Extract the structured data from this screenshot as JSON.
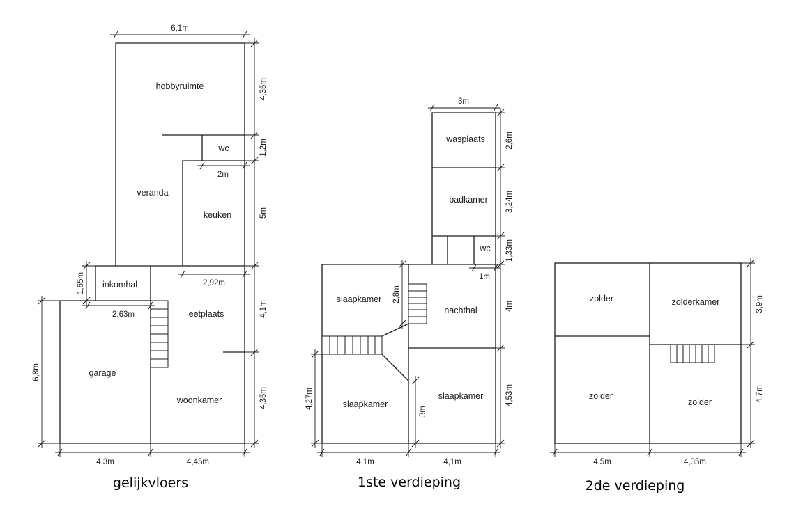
{
  "floors": {
    "ground": {
      "title": "gelijkvloers",
      "rooms": {
        "hobbyruimte": "hobbyruimte",
        "wc": "wc",
        "veranda": "veranda",
        "keuken": "keuken",
        "inkomhal": "inkomhal",
        "eetplaats": "eetplaats",
        "garage": "garage",
        "woonkamer": "woonkamer"
      },
      "dims": {
        "top_width": "6,1m",
        "hobby_height": "4,35m",
        "wc_height": "1,2m",
        "wc_width": "2m",
        "keuken_height": "5m",
        "keuken_width": "2,92m",
        "eetplaats_height": "4,1m",
        "woonkamer_height": "4,35m",
        "inkomhal_height": "1,65m",
        "inkomhal_width": "2,63m",
        "garage_height": "6,8m",
        "garage_width": "4,3m",
        "woonkamer_width": "4,45m"
      }
    },
    "first": {
      "title": "1ste verdieping",
      "rooms": {
        "wasplaats": "wasplaats",
        "badkamer": "badkamer",
        "wc": "wc",
        "slaapkamer_nw": "slaapkamer",
        "nachthal": "nachthal",
        "slaapkamer_sw": "slaapkamer",
        "slaapkamer_se": "slaapkamer"
      },
      "dims": {
        "top_width": "3m",
        "wasplaats_height": "2,6m",
        "badkamer_height": "3,24m",
        "wc_height": "1,33m",
        "wc_width": "1m",
        "nw_height": "2,8m",
        "nachthal_height": "4m",
        "sw_height": "4,27m",
        "se_inner_height": "3m",
        "se_height": "4,53m",
        "left_width": "4,1m",
        "right_width": "4,1m"
      }
    },
    "second": {
      "title": "2de verdieping",
      "rooms": {
        "zolder_nw": "zolder",
        "zolderkamer": "zolderkamer",
        "zolder_sw": "zolder",
        "zolder_se": "zolder"
      },
      "dims": {
        "top_height": "3,9m",
        "bottom_height": "4,7m",
        "left_width": "4,5m",
        "right_width": "4,35m"
      }
    }
  }
}
